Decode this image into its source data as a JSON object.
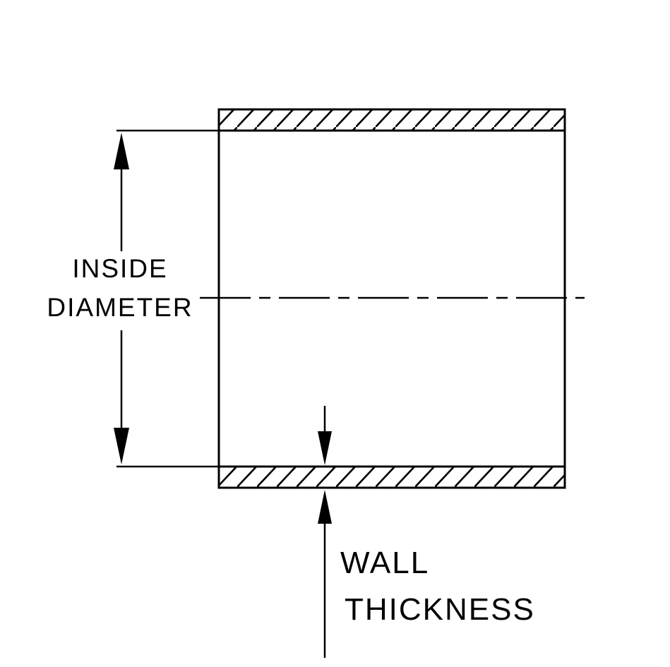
{
  "diagram": {
    "title": "tube-cross-section-dimension-diagram",
    "labels": {
      "inside_diameter_line1": "INSIDE",
      "inside_diameter_line2": "DIAMETER",
      "wall_thickness_line1": "WALL",
      "wall_thickness_line2": "THICKNESS"
    },
    "colors": {
      "ink": "#000000",
      "background": "#ffffff"
    }
  }
}
